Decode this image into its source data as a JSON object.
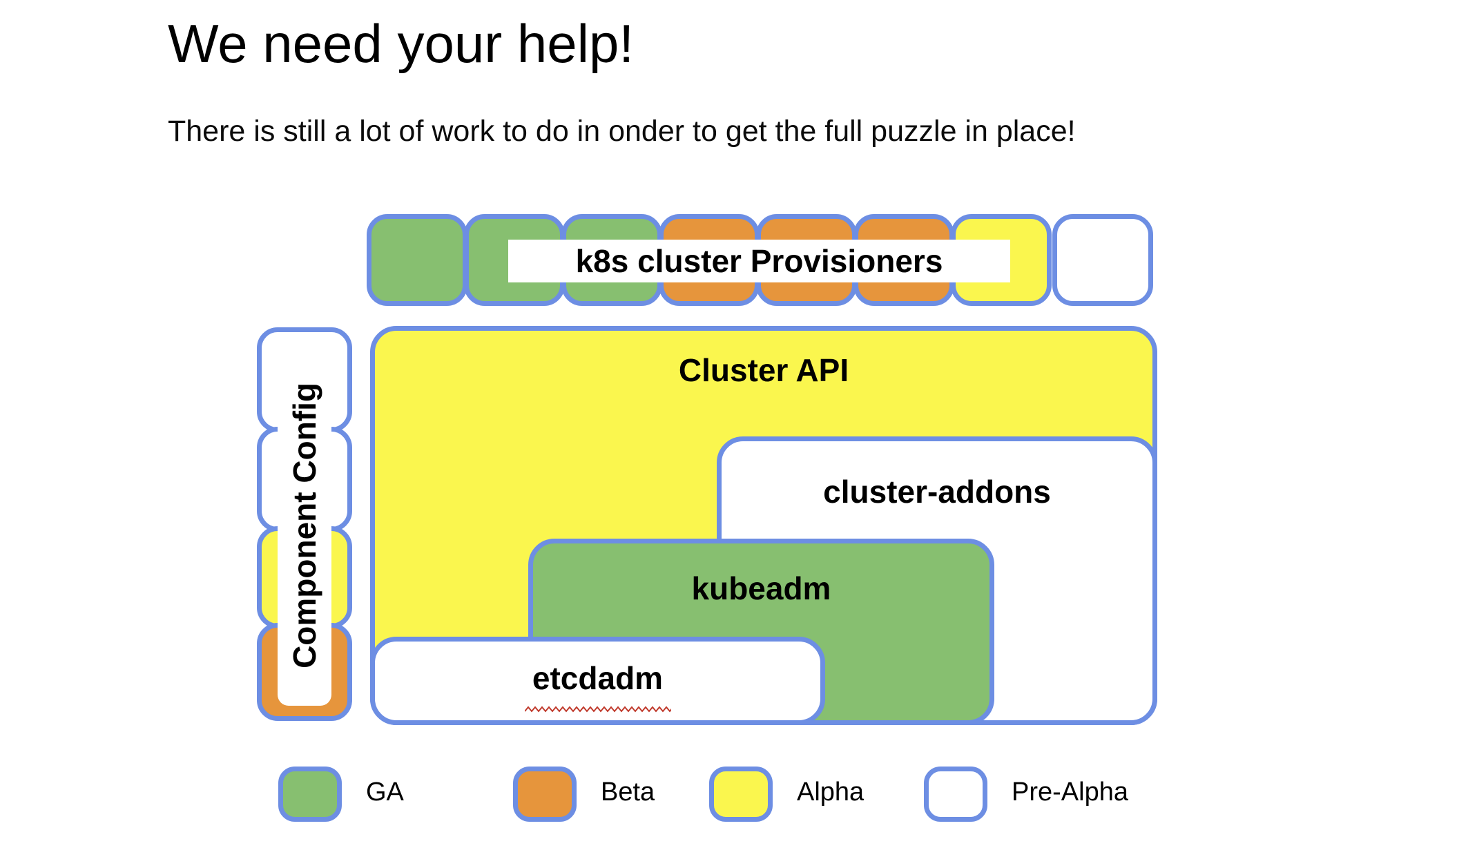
{
  "colors": {
    "ga": "#87BF70",
    "beta": "#E6953C",
    "alpha": "#FAF64E",
    "pre_alpha": "#FFFFFF",
    "border": "#6D8EE3",
    "spellcheck": "#C0392B"
  },
  "header": {
    "title": "We need your help!",
    "subtitle": "There is still a lot of work to do in onder to get the full puzzle in place!"
  },
  "provisioners": {
    "label": "k8s cluster Provisioners",
    "squares": [
      "ga",
      "ga",
      "ga",
      "beta",
      "beta",
      "beta",
      "alpha",
      "pre_alpha"
    ]
  },
  "component_config": {
    "label": "Component Config",
    "boxes": [
      "pre_alpha",
      "pre_alpha",
      "alpha",
      "beta"
    ]
  },
  "puzzle": {
    "cluster_api": {
      "label": "Cluster API",
      "status": "alpha"
    },
    "cluster_addons": {
      "label": "cluster-addons",
      "status": "pre_alpha"
    },
    "kubeadm": {
      "label": "kubeadm",
      "status": "ga"
    },
    "etcdadm": {
      "label": "etcdadm",
      "status": "pre_alpha",
      "spellcheck_underline": true
    }
  },
  "legend": [
    {
      "label": "GA",
      "status": "ga"
    },
    {
      "label": "Beta",
      "status": "beta"
    },
    {
      "label": "Alpha",
      "status": "alpha"
    },
    {
      "label": "Pre-Alpha",
      "status": "pre_alpha"
    }
  ]
}
